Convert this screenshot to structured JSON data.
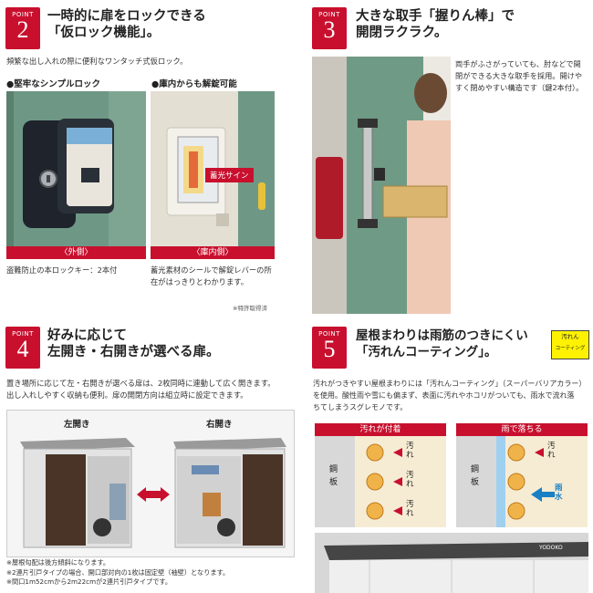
{
  "point2": {
    "word": "POINT",
    "num": "2",
    "title_line1": "一時的に扉をロックできる",
    "title_line2": "「仮ロック機能」。",
    "desc": "頻繁な出し入れの際に便利なワンタッチ式仮ロック。",
    "sub_left": "●堅牢なシンプルロック",
    "sub_right": "●庫内からも解錠可能",
    "caption_left": "〈外側〉",
    "caption_right": "〈庫内側〉",
    "note_left": "盗難防止の本ロックキー：2本付",
    "note_right_l1": "蓄光素材のシールで解錠レバーの所",
    "note_right_l2": "在がはっきりとわかります。",
    "glow_label": "蓄光サイン",
    "patent": "※特許取得済"
  },
  "point3": {
    "word": "POINT",
    "num": "3",
    "title_line1": "大きな取手「握りん棒」で",
    "title_line2": "開閉ラクラク。",
    "desc_l1": "両手がふさがっていても、肘などで開",
    "desc_l2": "閉ができる大きな取手を採用。開けや",
    "desc_l3": "すく閉めやすい構造です（鍵2本付）。"
  },
  "point4": {
    "word": "POINT",
    "num": "4",
    "title_line1": "好みに応じて",
    "title_line2": "左開き・右開きが選べる扉。",
    "desc_l1": "置き場所に応じて左・右開きが選べる扉は、2枚同時に連動して広く開きます。",
    "desc_l2": "出し入れしやすく収納も便利。扉の開閉方向は組立時に設定できます。",
    "label_left": "左開き",
    "label_right": "右開き",
    "note_l1": "※屋根勾配は後方傾斜になります。",
    "note_l2": "※2連片引戸タイプの場合、開口部対向の1枚は固定壁（袖壁）となります。",
    "note_l3": "※間口1m52cmから2m22cmが2連片引戸タイプです。"
  },
  "point5": {
    "word": "POINT",
    "num": "5",
    "title_line1": "屋根まわりは雨筋のつきにくい",
    "title_line2": "「汚れんコーティング」。",
    "logo_l1": "汚れん",
    "logo_l2": "コーティング",
    "desc_l1": "汚れがつきやすい屋根まわりには「汚れんコーティング」（スーパーバリアカラー）",
    "desc_l2": "を使用。酸性雨や雪にも偏まず、表面に汚れやホコリがついても、雨水で流れ落",
    "desc_l3": "ちてしまうスグレモノです。",
    "panel_left_title": "汚れが付着",
    "panel_right_title": "雨で落ちる",
    "steel": "鋼板",
    "dirt": "汚れ",
    "rain": "雨水",
    "brand": "YODOKO"
  },
  "colors": {
    "accent": "#c8102e",
    "door_green": "#6f9a86",
    "panel_cream": "#f6ecd4",
    "rain_blue": "#1a7fc4"
  }
}
